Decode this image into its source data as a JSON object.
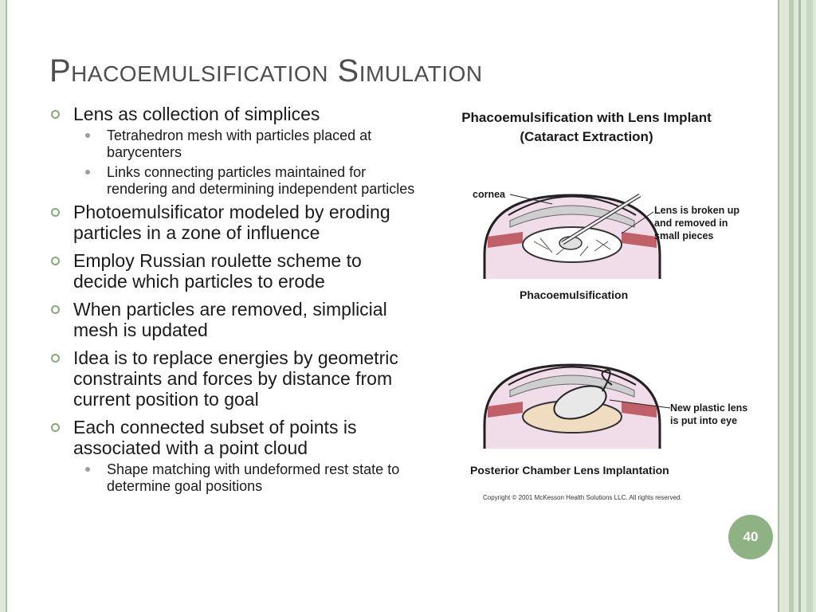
{
  "slide": {
    "title": "Phacoemulsification Simulation",
    "page_number": "40"
  },
  "bullets": [
    {
      "text": "Lens as collection of simplices",
      "sub": [
        "Tetrahedron mesh with particles placed at barycenters",
        "Links connecting particles maintained for rendering and determining independent particles"
      ]
    },
    {
      "text": "Photoemulsificator modeled by eroding particles in a zone of influence"
    },
    {
      "text": "Employ Russian roulette scheme to decide which particles to erode"
    },
    {
      "text": "When particles are removed, simplicial mesh is updated"
    },
    {
      "text": "Idea is to replace energies by geometric constraints and forces by distance from current position to goal"
    },
    {
      "text": "Each connected subset of points is associated with a point cloud",
      "sub": [
        "Shape matching with undeformed rest state to determine goal positions"
      ]
    }
  ],
  "figure": {
    "title_line1": "Phacoemulsification with Lens Implant",
    "title_line2": "(Cataract Extraction)",
    "label_cornea": "cornea",
    "label_broken_1": "Lens is broken up",
    "label_broken_2": "and removed in",
    "label_broken_3": "small pieces",
    "caption_top": "Phacoemulsification",
    "label_new_1": "New plastic lens",
    "label_new_2": "is put into eye",
    "caption_bottom": "Posterior Chamber Lens Implantation",
    "copyright": "Copyright © 2001 McKesson Health Solutions LLC. All rights reserved."
  },
  "colors": {
    "theme_green": "#8fb285",
    "frame_green": "#dfe8da",
    "title_gray": "#4e4e4e",
    "eye_interior": "#f1dcea",
    "iris_red": "#c06068",
    "implant_lens": "#f0dcc0"
  }
}
